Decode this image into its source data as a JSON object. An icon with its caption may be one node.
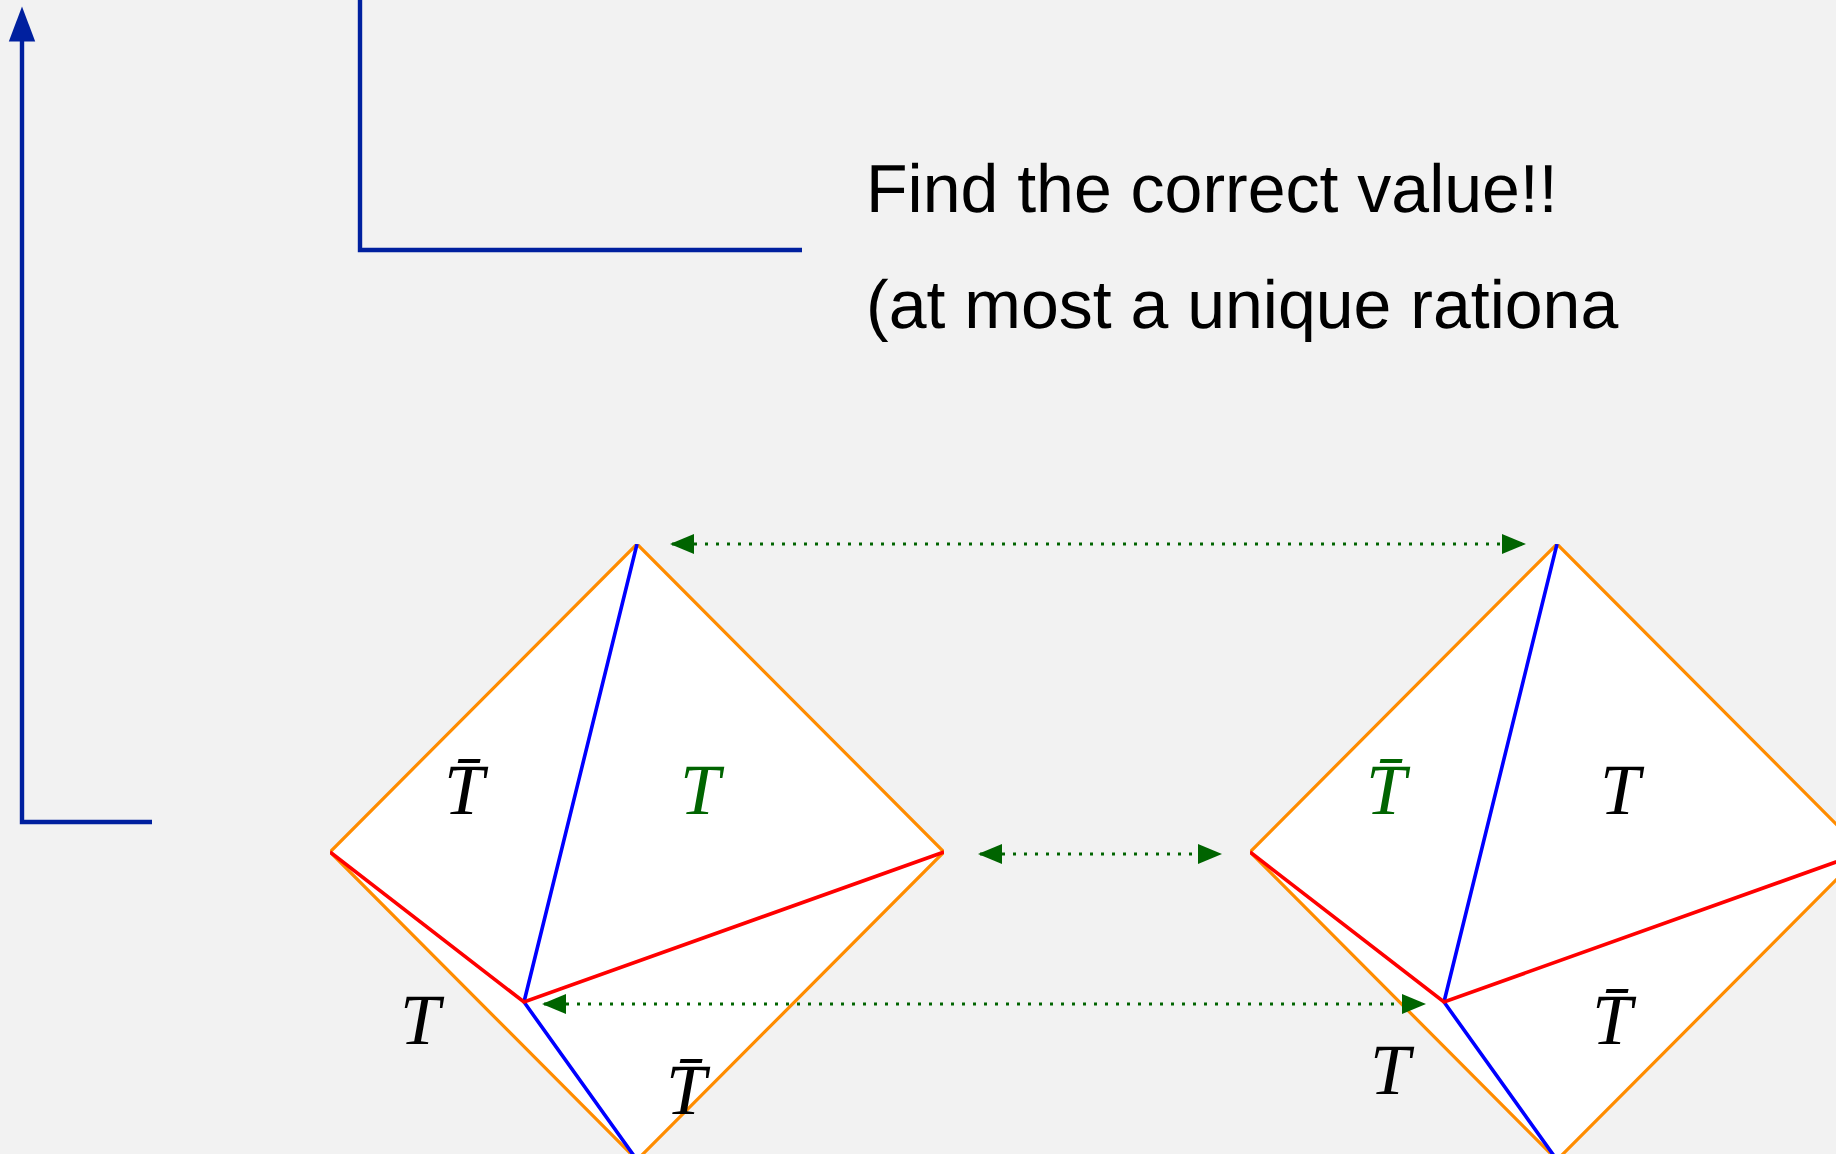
{
  "diagram": {
    "nodes": [
      {
        "text": [
          "T̄",
          "T",
          "T",
          "T̄"
        ]
      },
      {
        "text": [
          "T̄",
          "T",
          "T̄",
          "T"
        ]
      }
    ],
    "edges": [
      {
        "from": 0,
        "to": 1,
        "arrow": "both",
        "style": "dashed",
        "color": "#006400"
      },
      {
        "from": 0,
        "to": 1,
        "arrow": "both",
        "style": "dashed",
        "color": "#006400"
      },
      {
        "from": 0,
        "to": 1,
        "arrow": "both",
        "style": "dashed",
        "color": "#006400"
      }
    ],
    "labels": [
      "Find the correct value!!",
      "(at most a unique rationa"
    ]
  }
}
